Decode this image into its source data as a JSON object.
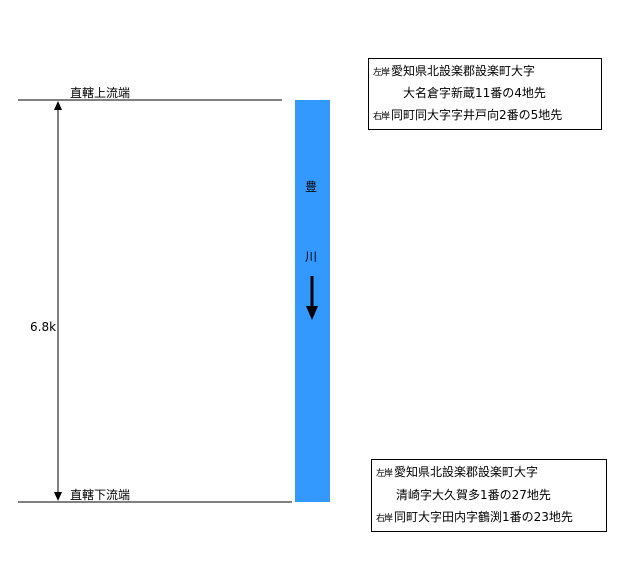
{
  "labels": {
    "upstream_end": "直轄上流端",
    "downstream_end": "直轄下流端",
    "distance": "6.8k"
  },
  "river": {
    "name_chars": [
      "豊",
      "川"
    ],
    "color": "#3399ff"
  },
  "upper_box": {
    "marker_left": "左岸",
    "line1": "愛知県北設楽郡設楽町大字",
    "line2": "大名倉字新蔵11番の4地先",
    "marker_right": "右岸",
    "line3": "同町同大字字井戸向2番の5地先"
  },
  "lower_box": {
    "marker_left": "左岸",
    "line1": "愛知県北設楽郡設楽町大字",
    "line2": "清崎字大久賀多1番の27地先",
    "marker_right": "右岸",
    "line3": "同町大字田内字鶴渕1番の23地先"
  }
}
